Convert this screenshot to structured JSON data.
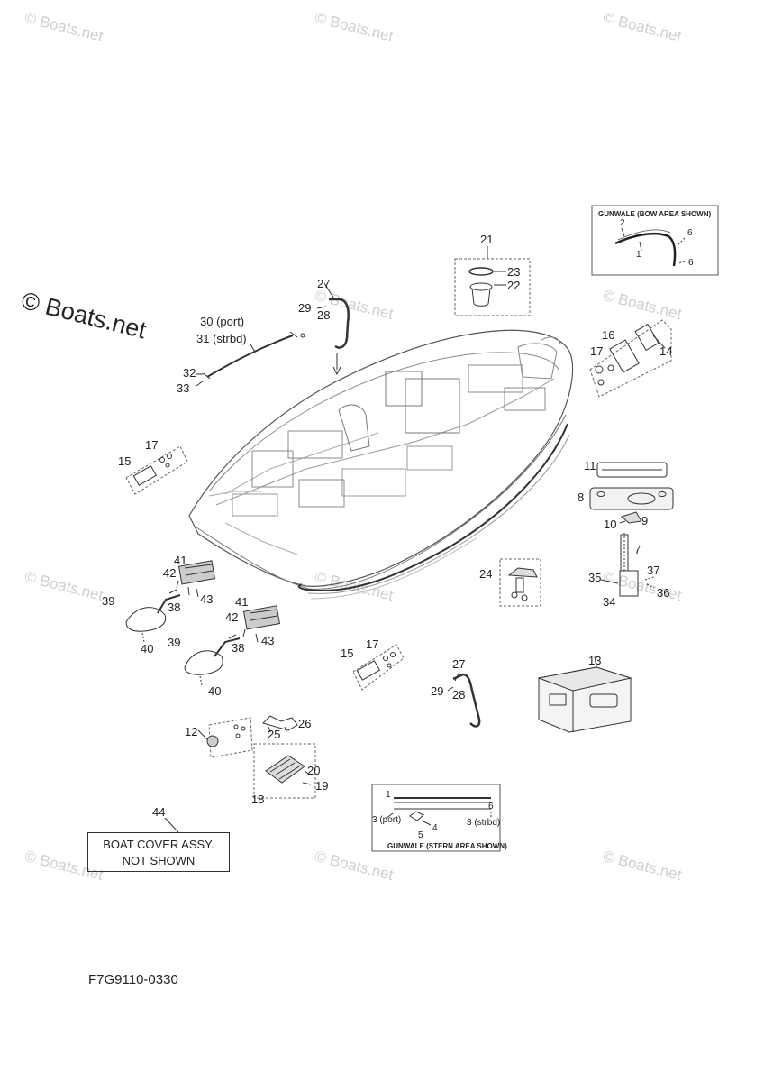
{
  "watermark": "© Boats.net",
  "diagram_code": "F7G9110-0330",
  "boat_cover": {
    "number": "44",
    "line1": "BOAT COVER ASSY.",
    "line2": "NOT SHOWN"
  },
  "gunwale_bow": {
    "title": "GUNWALE (BOW AREA SHOWN)",
    "labels": [
      "2",
      "1",
      "6",
      "6"
    ]
  },
  "gunwale_stern": {
    "title": "GUNWALE (STERN AREA SHOWN)",
    "labels": [
      "1",
      "6",
      "3 (port)",
      "4",
      "5",
      "3 (strbd)"
    ]
  },
  "part_labels": {
    "p21": "21",
    "p23": "23",
    "p22": "22",
    "p27a": "27",
    "p29a": "29",
    "p28a": "28",
    "p30": "30 (port)",
    "p31": "31 (strbd)",
    "p32": "32",
    "p33": "33",
    "p16": "16",
    "p17a": "17",
    "p14": "14",
    "p15a": "15",
    "p17b": "17",
    "p11": "11",
    "p8": "8",
    "p10": "10",
    "p9": "9",
    "p7": "7",
    "p35": "35",
    "p37": "37",
    "p34": "34",
    "p36": "36",
    "p24": "24",
    "p41a": "41",
    "p42a": "42",
    "p43a": "43",
    "p39a": "39",
    "p38a": "38",
    "p40a": "40",
    "p41b": "41",
    "p42b": "42",
    "p43b": "43",
    "p39b": "39",
    "p38b": "38",
    "p40b": "40",
    "p15b": "15",
    "p17c": "17",
    "p27b": "27",
    "p29b": "29",
    "p28b": "28",
    "p13": "13",
    "p12": "12",
    "p25": "25",
    "p26": "26",
    "p20": "20",
    "p19": "19",
    "p18": "18"
  }
}
